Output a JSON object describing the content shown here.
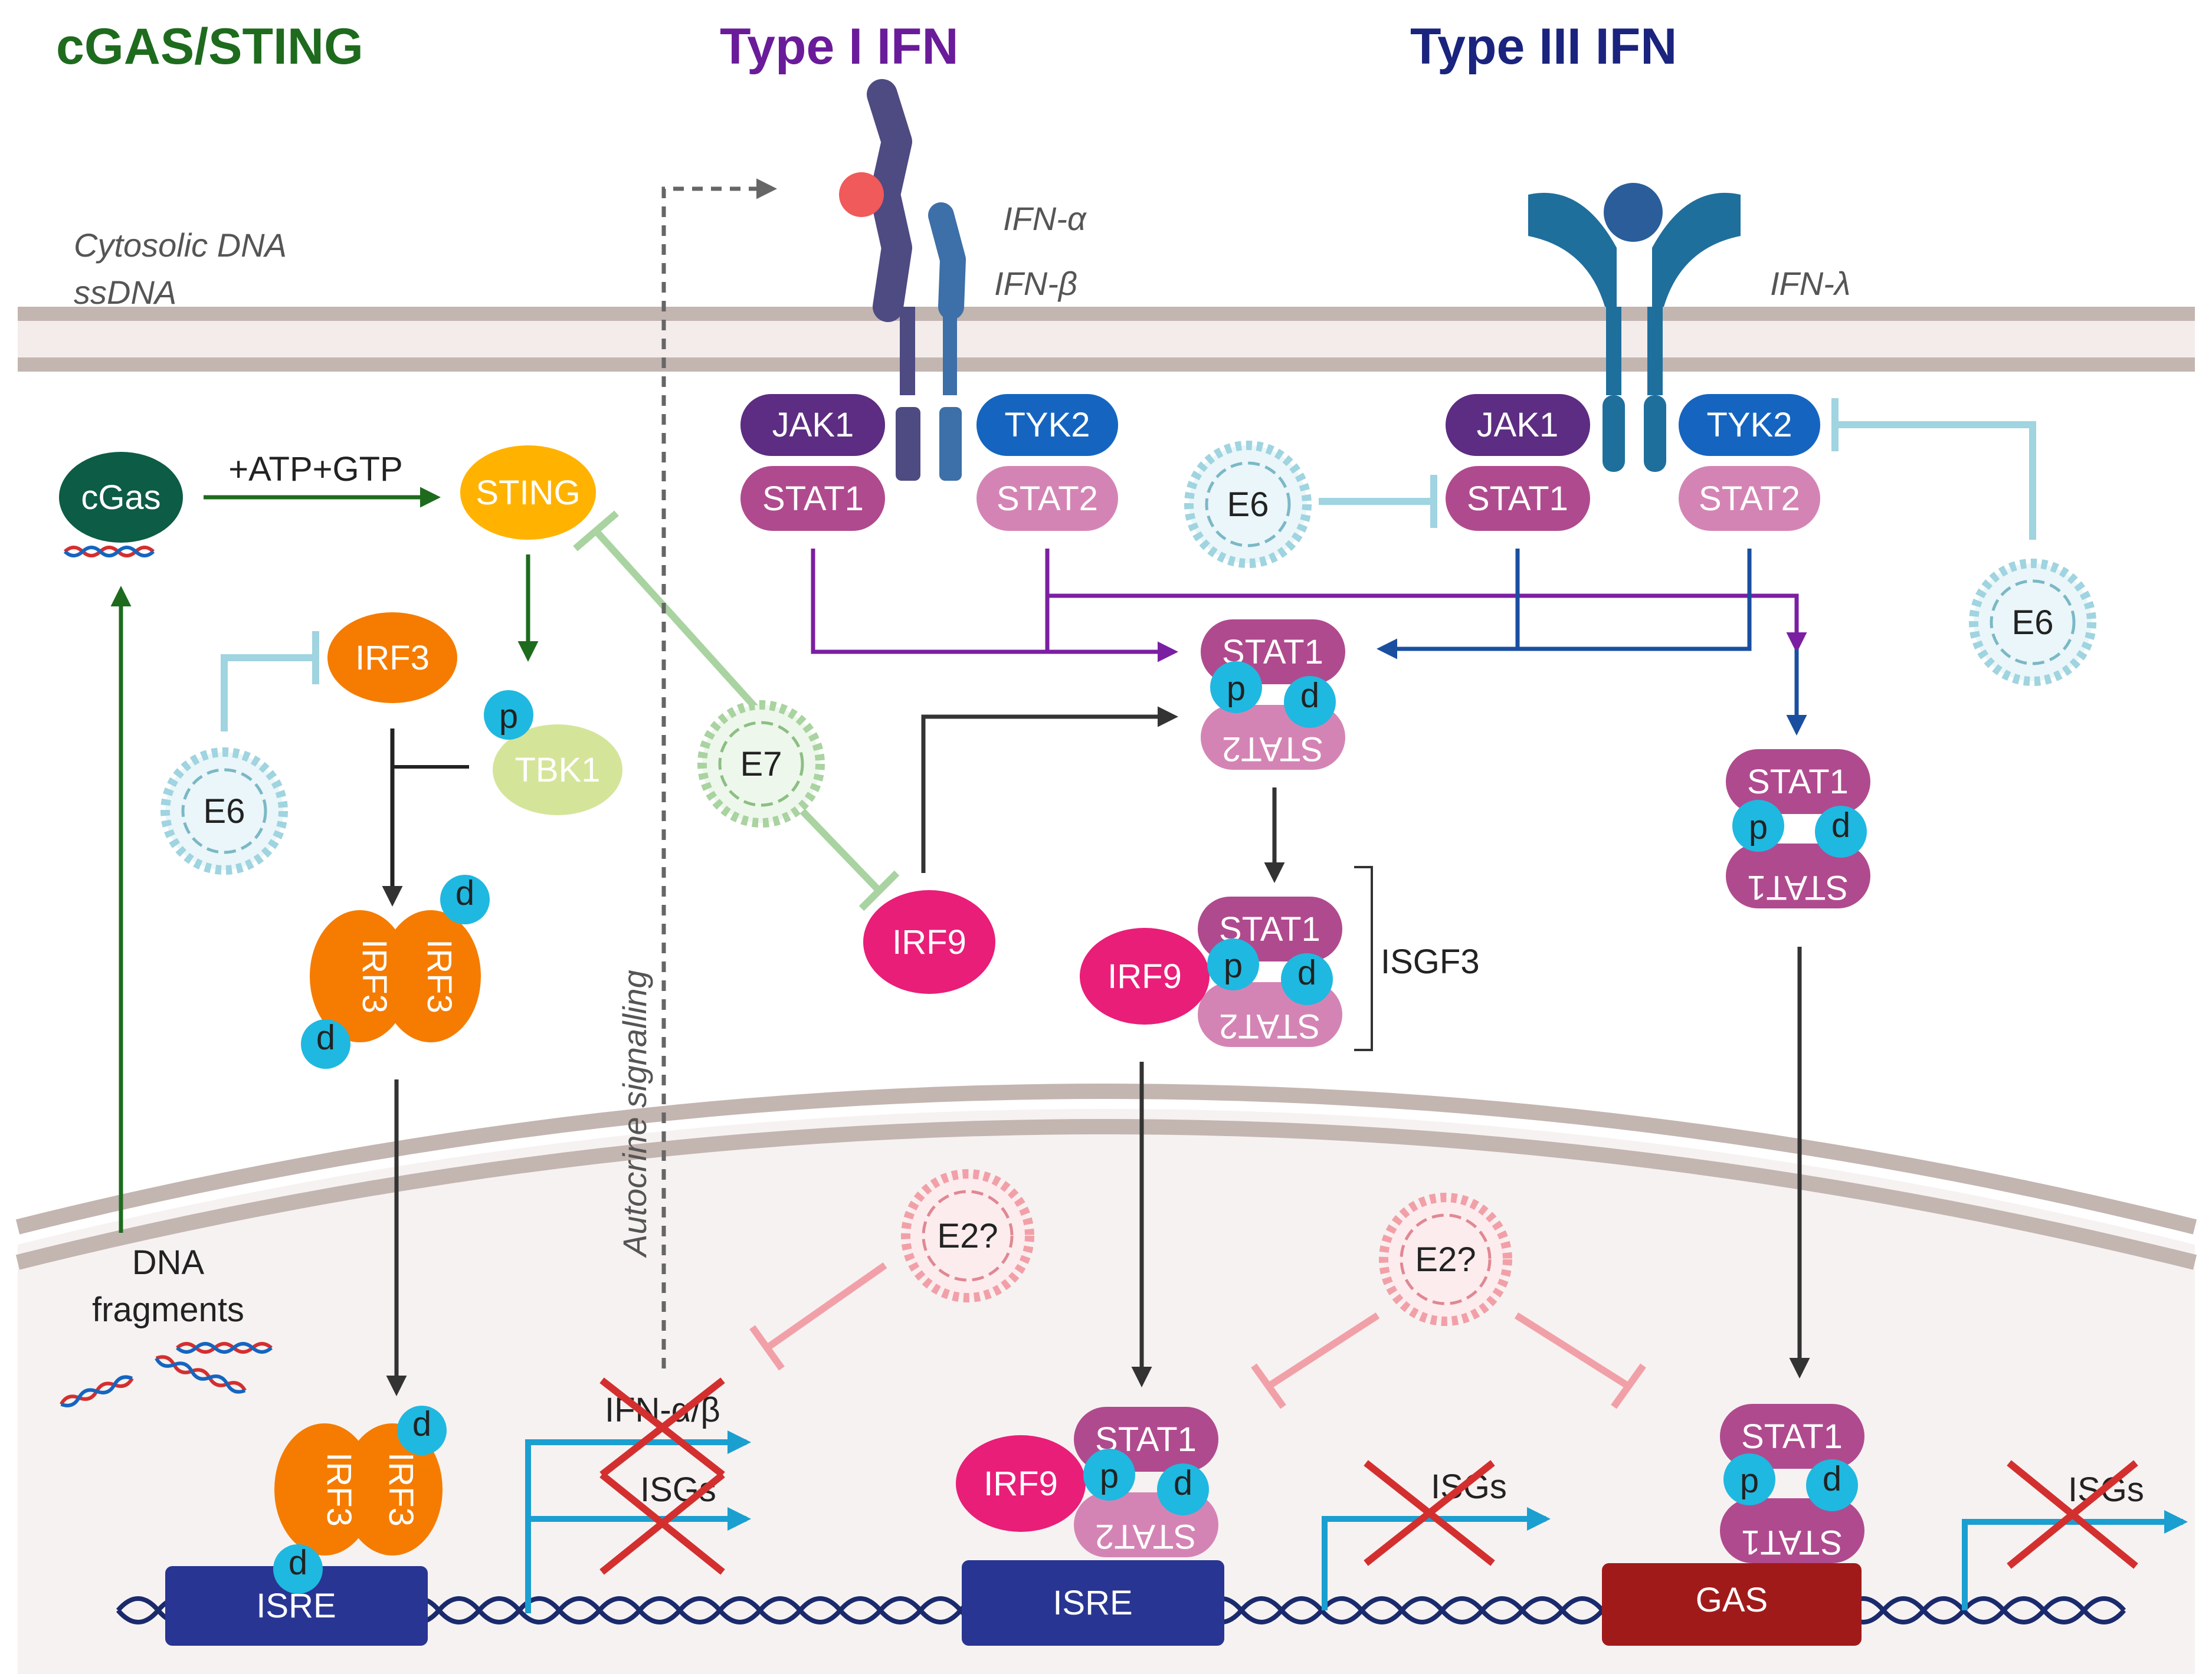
{
  "headers": {
    "cgas_sting": "cGAS/STING",
    "type1": "Type I IFN",
    "type3": "Type III IFN"
  },
  "ligands": {
    "cytosolic_dna": "Cytosolic DNA",
    "ssdna": "ssDNA",
    "ifn_alpha": "IFN-α",
    "ifn_beta": "IFN-β",
    "ifn_lambda": "IFN-λ"
  },
  "labels": {
    "cgas": "cGas",
    "atp_gtp": "+ATP+GTP",
    "sting": "STING",
    "irf3": "IRF3",
    "tbk1": "TBK1",
    "p": "p",
    "e6": "E6",
    "e7": "E7",
    "e2": "E2?",
    "jak1": "JAK1",
    "tyk2": "TYK2",
    "stat1": "STAT1",
    "stat2": "STAT2",
    "irf9": "IRF9",
    "isgf3": "ISGF3",
    "dna_fragments_1": "DNA",
    "dna_fragments_2": "fragments",
    "autocrine": "Autocrine signalling",
    "ifn_ab": "IFN-α/β",
    "isgs": "ISGs",
    "isre": "ISRE",
    "gas": "GAS"
  },
  "colors": {
    "cgas_header": "#1e6b1e",
    "type1_header": "#6a1b9a",
    "type3_header": "#1a237e",
    "membrane": "#c9b8b2",
    "cgas": "#0d5c45",
    "sting": "#ffb300",
    "irf3": "#f57c00",
    "tbk1": "#d4e59a",
    "jak1": "#5c2d82",
    "tyk2": "#1565c0",
    "stat1": "#b04a8e",
    "stat2": "#d484b4",
    "irf9": "#e91e78",
    "phospho": "#1fb8e0",
    "isre": "#283593",
    "gas": "#a11a1a",
    "e6": "#9fd4e0",
    "e7": "#a9d3a0",
    "e2": "#f2a0a8",
    "type1_arrow": "#7b1fa2",
    "type3_arrow": "#1a4fa0"
  }
}
